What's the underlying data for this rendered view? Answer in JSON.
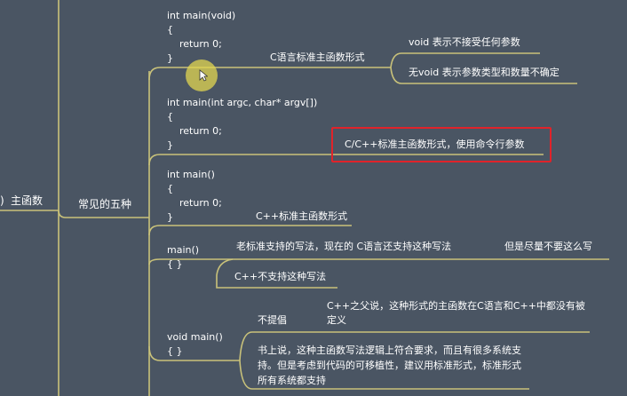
{
  "root": {
    "label": "主函数",
    "left_glyph": ")"
  },
  "branch": {
    "label": "常见的五种"
  },
  "forms": [
    {
      "code": [
        "int main(void)",
        "{",
        "    return 0;",
        "}"
      ],
      "desc": "C语言标准主函数形式",
      "notes": [
        "void 表示不接受任何参数",
        "无void 表示参数类型和数量不确定"
      ]
    },
    {
      "code": [
        "int main(int argc, char* argv[])",
        "{",
        "    return 0;",
        "}"
      ],
      "desc": "C/C++标准主函数形式，使用命令行参数",
      "highlighted": true
    },
    {
      "code": [
        "int main()",
        "{",
        "    return 0;",
        "}"
      ],
      "desc": "C++标准主函数形式"
    },
    {
      "code": [
        "main()",
        "{ }"
      ],
      "desc": "老标准支持的写法，现在的 C语言还支持这种写法",
      "desc_extra": "但是尽量不要这么写",
      "note": "C++不支持这种写法"
    },
    {
      "code": [
        "void main()",
        "{ }"
      ],
      "tag": "不提倡",
      "tag_note": "C++之父说，这种形式的主函数在C语言和C++中都没有被定义",
      "note": "书上说，这种主函数写法逻辑上符合要求，而且有很多系统支持。但是考虑到代码的可移植性，建议用标准形式，标准形式所有系统都支持"
    }
  ],
  "colors": {
    "background": "#4a5563",
    "connector": "#c9c27a",
    "highlight": "#e0232a",
    "cursor": "#e2d650"
  },
  "cursor_icon": "mouse-pointer-icon"
}
